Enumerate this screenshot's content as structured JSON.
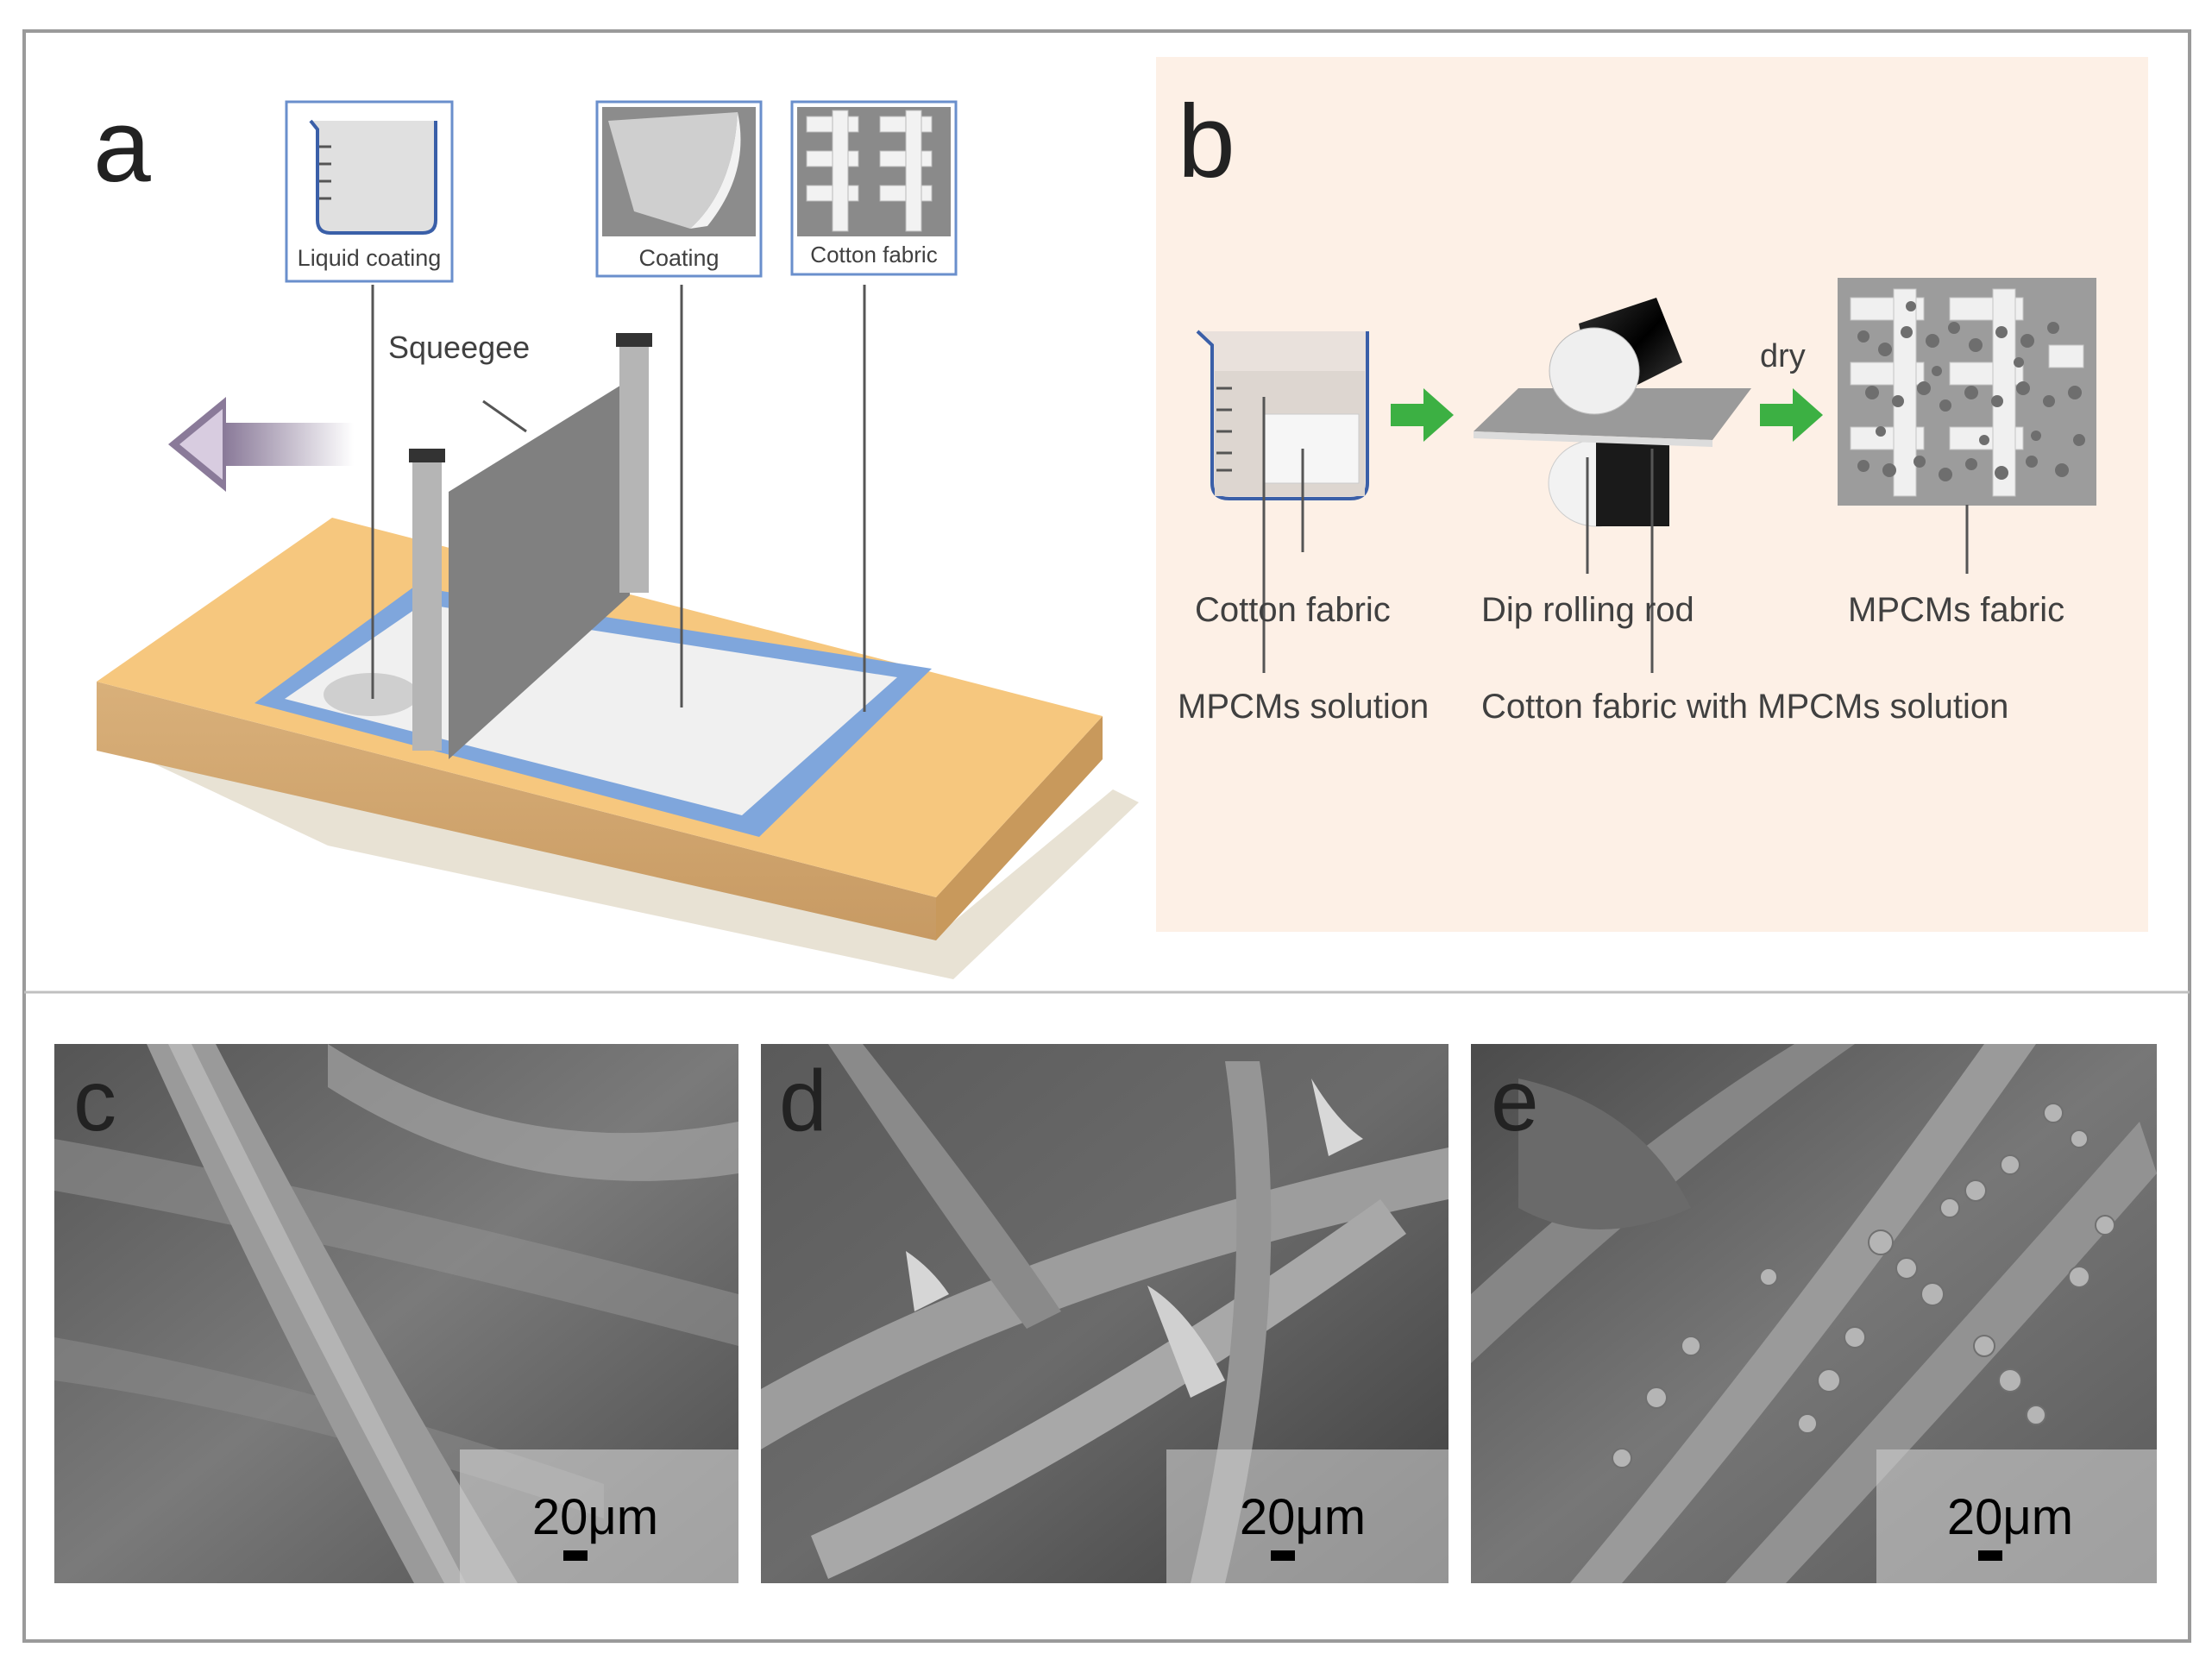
{
  "panel_a": {
    "letter": "a",
    "inset_liquid_coating": "Liquid coating",
    "inset_coating": "Coating",
    "inset_cotton_fabric": "Cotton fabric",
    "squeegee": "Squeegee"
  },
  "panel_b": {
    "letter": "b",
    "dry": "dry",
    "cotton_fabric": "Cotton fabric",
    "dip_rolling_rod": "Dip rolling rod",
    "mpcms_fabric": "MPCMs fabric",
    "mpcms_solution": "MPCMs solution",
    "cotton_fabric_with_solution": "Cotton fabric with MPCMs solution"
  },
  "sem_panels": [
    {
      "letter": "c",
      "scale": "20μm"
    },
    {
      "letter": "d",
      "scale": "20μm"
    },
    {
      "letter": "e",
      "scale": "20μm"
    }
  ],
  "colors": {
    "panel_b_bg": "#fdf0e6",
    "wood_top": "#f6c77e",
    "blue_frame": "#7fa6dc",
    "green_arrow": "#3cb043",
    "purple_arrow": "#7a6a86",
    "sem_gray": "#6e6e6e"
  }
}
